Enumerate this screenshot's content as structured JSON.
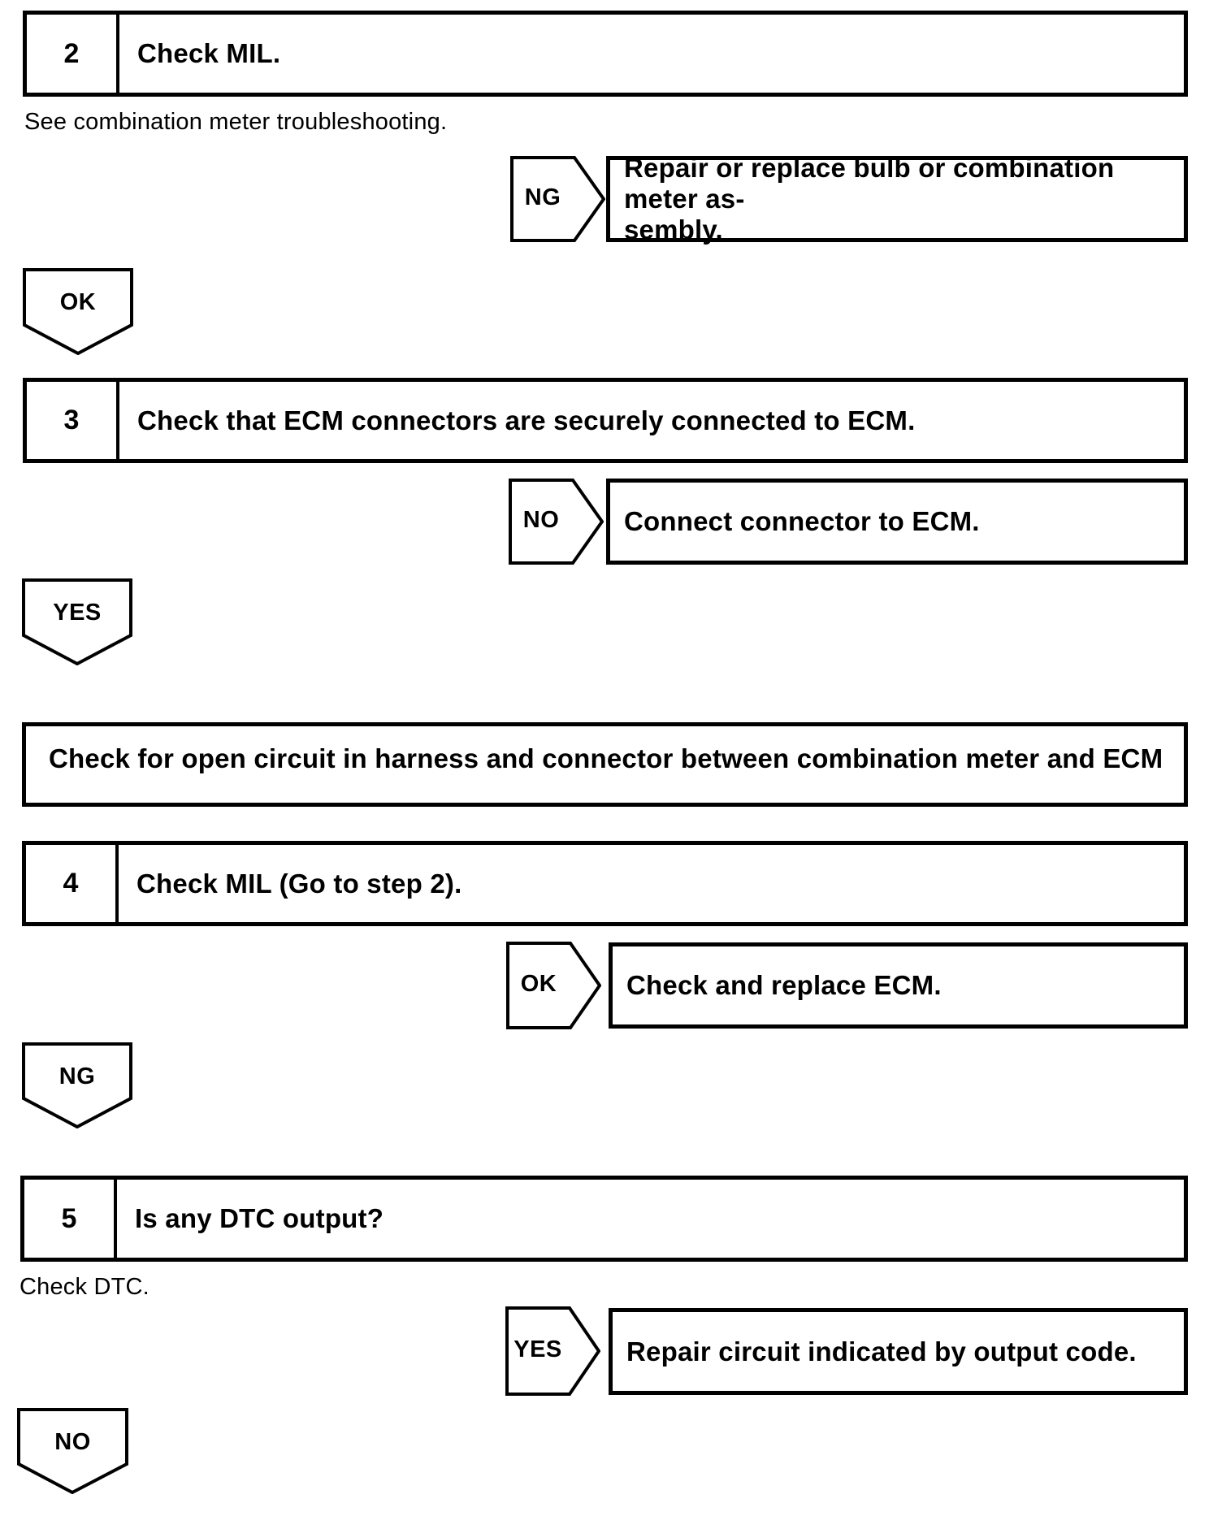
{
  "steps": [
    {
      "number": "2",
      "title": "Check MIL."
    },
    {
      "number": "3",
      "title": "Check that ECM connectors are securely connected to ECM."
    },
    {
      "number": "4",
      "title": "Check MIL (Go to step 2)."
    },
    {
      "number": "5",
      "title": "Is any DTC output?"
    }
  ],
  "notes": [
    {
      "text": "See combination meter troubleshooting."
    },
    {
      "text": "Check DTC."
    }
  ],
  "instruction_box": {
    "text": "Check for open circuit in harness and connector between combination meter and ECM"
  },
  "branches": [
    {
      "label": "NG",
      "lines": [
        "Repair or replace bulb or combination meter as-",
        "sembly."
      ]
    },
    {
      "label": "NO",
      "lines": [
        "Connect connector to ECM."
      ]
    },
    {
      "label": "OK",
      "lines": [
        "Check and replace ECM."
      ]
    },
    {
      "label": "YES",
      "lines": [
        "Repair circuit indicated by output code."
      ]
    }
  ],
  "connectors": [
    {
      "label": "OK"
    },
    {
      "label": "YES"
    },
    {
      "label": "NG"
    },
    {
      "label": "NO"
    }
  ],
  "colors": {
    "ink": "#000000",
    "paper": "#ffffff"
  }
}
